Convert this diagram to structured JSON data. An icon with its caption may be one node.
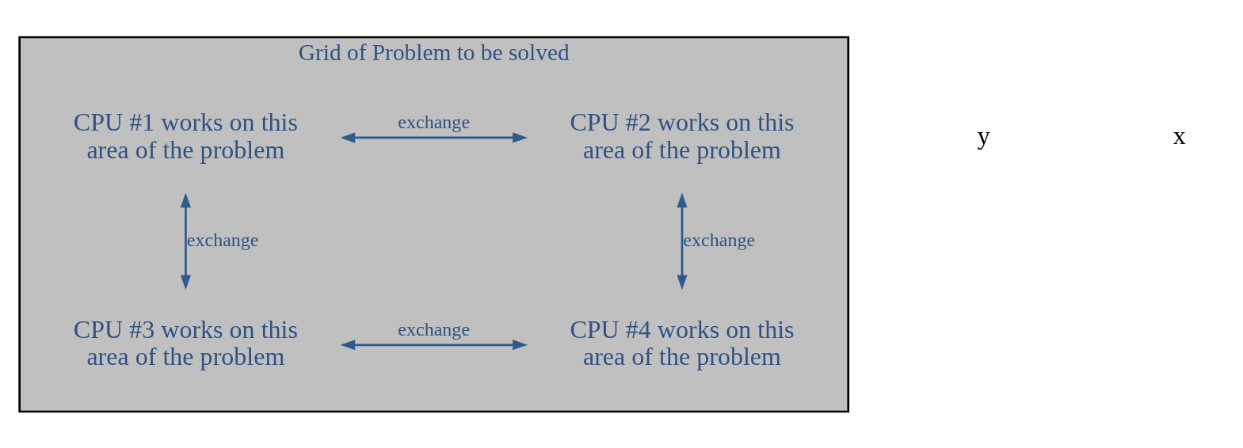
{
  "diagram": {
    "nodes": [
      {
        "text": [
          "Grid of Problem to be solved"
        ]
      },
      {
        "text": [
          "CPU #1 works on this area of the problem"
        ],
        "in": 0
      },
      {
        "text": [
          "CPU #2 works on this area of the problem"
        ],
        "in": 0
      },
      {
        "text": [
          "CPU #3 works on this area of the problem"
        ],
        "in": 0
      },
      {
        "text": [
          "CPU #4 works on this area of the problem"
        ],
        "in": 0
      }
    ],
    "edges": [
      {
        "from": 1,
        "to": 2,
        "arrow": "both",
        "label": "exchange"
      },
      {
        "from": 1,
        "to": 3,
        "arrow": "both",
        "label": "exchange"
      },
      {
        "from": 2,
        "to": 4,
        "arrow": "both",
        "label": "exchange"
      },
      {
        "from": 3,
        "to": 4,
        "arrow": "both",
        "label": "exchange"
      }
    ],
    "labels": [
      "y",
      "x"
    ]
  }
}
